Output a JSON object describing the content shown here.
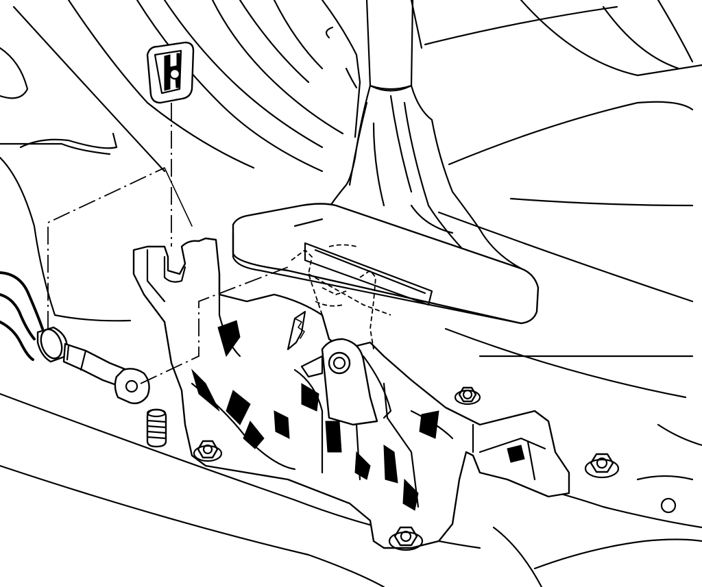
{
  "figure": {
    "components": [
      {
        "name": "shift-lever-knob-shaft"
      },
      {
        "name": "shift-boot"
      },
      {
        "name": "console-bezel-plate"
      },
      {
        "name": "shifter-base-bracket"
      },
      {
        "name": "shift-cable"
      },
      {
        "name": "cable-retaining-clip"
      },
      {
        "name": "cable-end-pin-spring"
      },
      {
        "name": "mounting-bolt",
        "count": 4
      }
    ]
  }
}
